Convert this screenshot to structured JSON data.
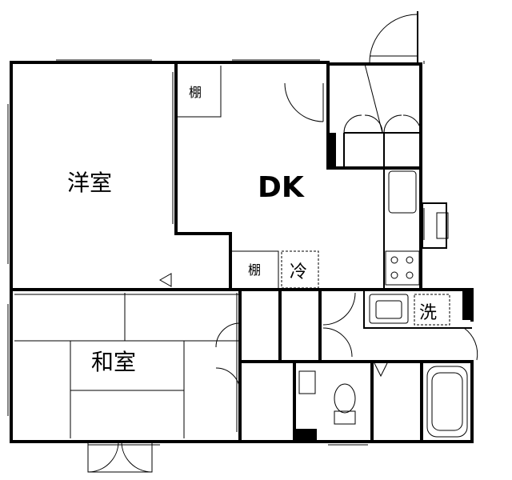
{
  "rooms": {
    "western_room": "洋室",
    "dk": "DK",
    "japanese_room": "和室"
  },
  "labels": {
    "shelf_top": "棚",
    "shelf_bottom": "棚",
    "fridge": "冷",
    "washer": "洗"
  }
}
